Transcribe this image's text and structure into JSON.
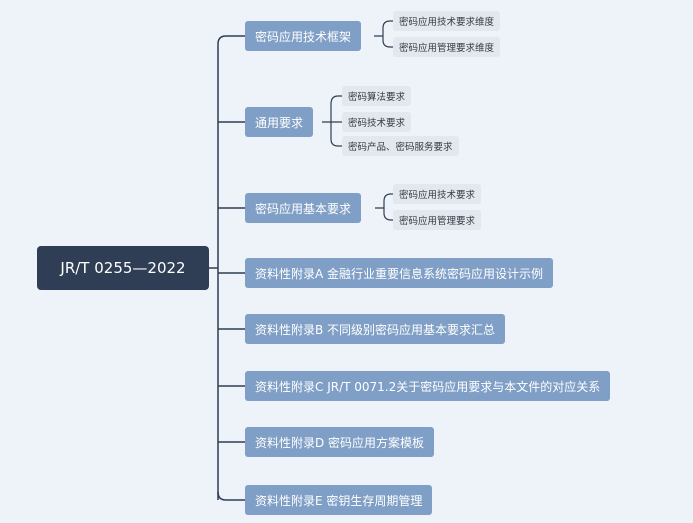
{
  "root": {
    "label": "JR/T 0255—2022"
  },
  "branches": [
    {
      "label": "密码应用技术框架",
      "children": [
        "密码应用技术要求维度",
        "密码应用管理要求维度"
      ]
    },
    {
      "label": "通用要求",
      "children": [
        "密码算法要求",
        "密码技术要求",
        "密码产品、密码服务要求"
      ]
    },
    {
      "label": "密码应用基本要求",
      "children": [
        "密码应用技术要求",
        "密码应用管理要求"
      ]
    },
    {
      "label": "资料性附录A  金融行业重要信息系统密码应用设计示例"
    },
    {
      "label": "资料性附录B  不同级别密码应用基本要求汇总"
    },
    {
      "label": "资料性附录C  JR/T 0071.2关于密码应用要求与本文件的对应关系"
    },
    {
      "label": "资料性附录D 密码应用方案模板"
    },
    {
      "label": "资料性附录E 密钥生存周期管理"
    }
  ],
  "colors": {
    "root": "#2f3e54",
    "branch": "#7f9fc6",
    "leaf": "#e3e8ee",
    "line": "#2f3e54"
  }
}
